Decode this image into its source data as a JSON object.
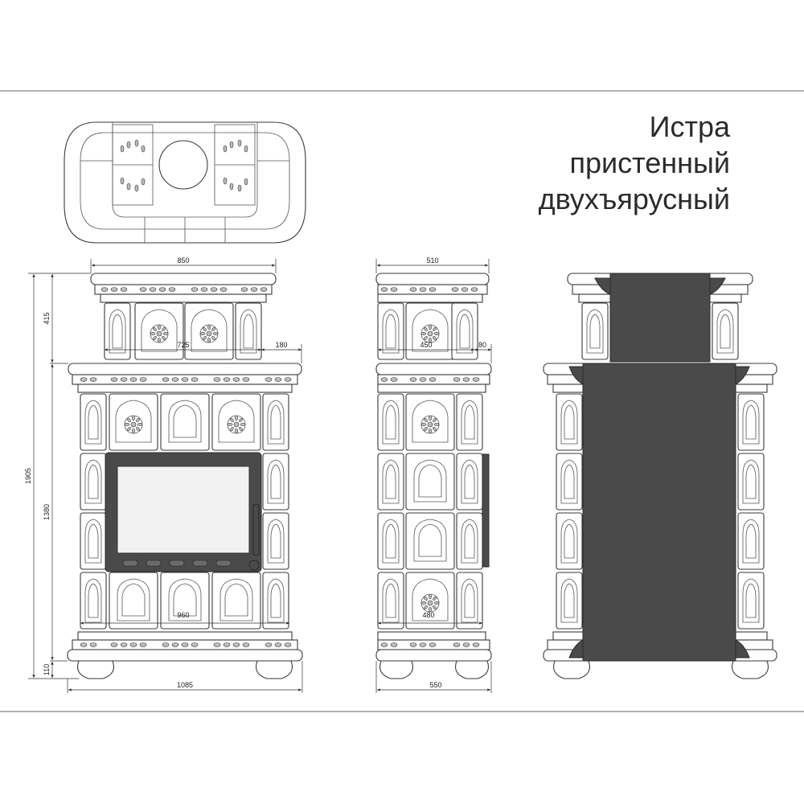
{
  "title": {
    "line1": "Истра",
    "line2": "пристенный",
    "line3": "двухъярусный"
  },
  "dimensions": {
    "front_top_width": "850",
    "front_upper_inner": "725",
    "front_offset": "180",
    "front_total_height": "1905",
    "front_upper_height": "415",
    "front_lower_height": "1380",
    "front_base_height": "110",
    "front_lower_inner": "960",
    "front_bottom_width": "1085",
    "side_top_width": "510",
    "side_upper_inner": "450",
    "side_offset": "80",
    "side_lower_inner": "480",
    "side_bottom_width": "550"
  }
}
